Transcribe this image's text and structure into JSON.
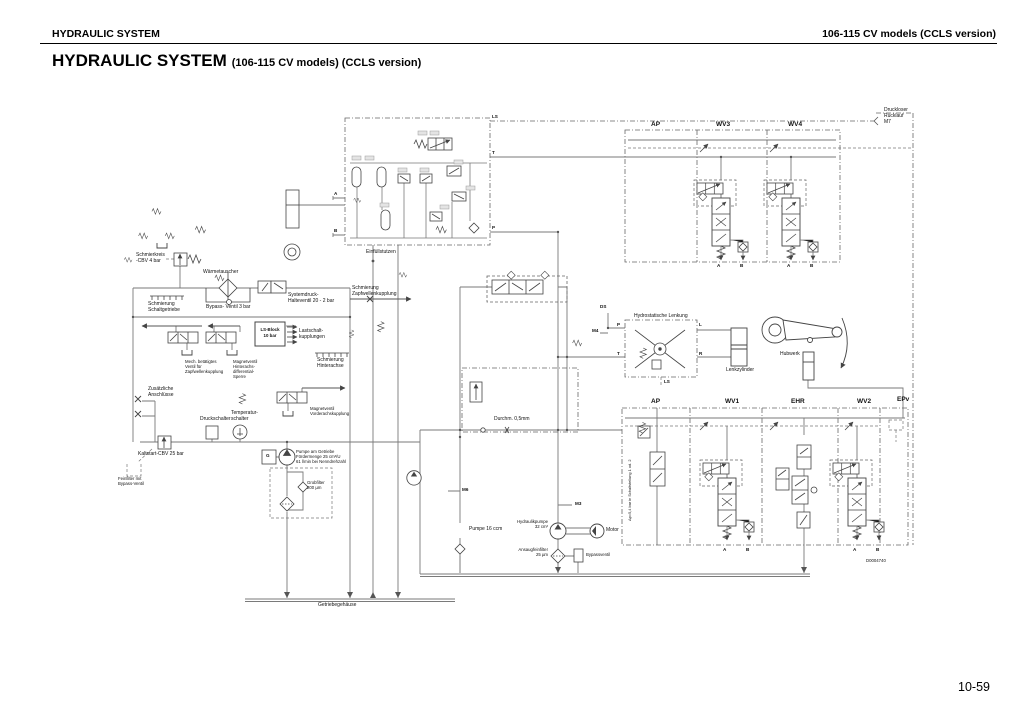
{
  "page": {
    "header_left": "HYDRAULIC SYSTEM",
    "header_right": "106-115 CV models (CCLS version)",
    "title": "HYDRAULIC SYSTEM",
    "title_suffix": "(106-115 CV models) (CCLS version)",
    "page_number": "10-59"
  },
  "diagram": {
    "sections_top": [
      "AP",
      "WV3",
      "WV4"
    ],
    "sections_bottom": [
      "AP",
      "WV1",
      "EHR",
      "WV2",
      "EPv"
    ],
    "ports": {
      "a": "A",
      "b": "B",
      "p": "P",
      "t": "T",
      "l": "L",
      "r": "R",
      "ls": "LS",
      "g": "G"
    },
    "measure": {
      "ds": "DS",
      "m3": "M3",
      "m4": "M4",
      "m6": "M6"
    },
    "labels": {
      "druckloser": "Druckloser\nRücklauf\nM7",
      "schmierkreis": "Schmierkreis\n-CBV 4 bar",
      "waermetauscher": "Wärmetauscher",
      "systemdruck": "Systemdruck-\nHalteventil 20 - 2 bar",
      "schmierung_schaltgetriebe": "Schmierung\nSchaltgetriebe",
      "bypass_ventil": "Bypass- Ventil 3 bar",
      "einfuellstutzen": "Einfüllstutzen",
      "schmierung_zapfwelle": "Schmierung\nZapfwellenkupplung",
      "ls_block": "LS-Block\n10 bar",
      "lastschaltkupplungen": "Lastschalt-\nkupplungen",
      "schmierung_hinterachse": "Schmierung\nHinterachse",
      "mech_ventil": "Mech. betätigtes\nVentil für\nZapfwellenkupplung",
      "magnetventil_hinterachse": "Magnetventil\nHinterachs-\ndifferential-\nSperre",
      "magnetventil_vorderachse": "Magnetventil\nVorderachskupplung",
      "zusaetzliche_anschluesse": "Zusätzliche\nAnschlüsse",
      "druckschalter": "Druckschalter",
      "temperaturschalter": "Temperatur-\nschalter",
      "kaltstart": "Kaltstart-CBV 25 bar",
      "feinfilter": "Feinfilter mit\nBypass-Ventil",
      "pumpe_getriebe": "Pumpe am Getriebe\nFördermenge 25 cm³/U\n61 l/min bei Nenndrehzahl",
      "grobfilter": "Grobfilter\n200 µm",
      "durchmesser": "Durchm. 0,5mm",
      "hydrostatische_lenkung": "Hydrostatische Lenkung",
      "lenkzylinder": "Lenkzylinder",
      "hubwerk": "Hubwerk",
      "pumpe16": "Pumpe 16 ccm",
      "hydraulikpumpe": "Hydraulikpumpe\n32 cm³",
      "motor": "Motor",
      "ansaugfilter": "Ansaugfeinfilter\n25 µm",
      "bypassventil": "Bypassventil",
      "getriebegehaeuse": "Getriebegehäuse",
      "schaltstellung": "Δp=5,4 bar in Schaltstellung 1 od. 2",
      "drawing_number": "D0004740"
    }
  }
}
